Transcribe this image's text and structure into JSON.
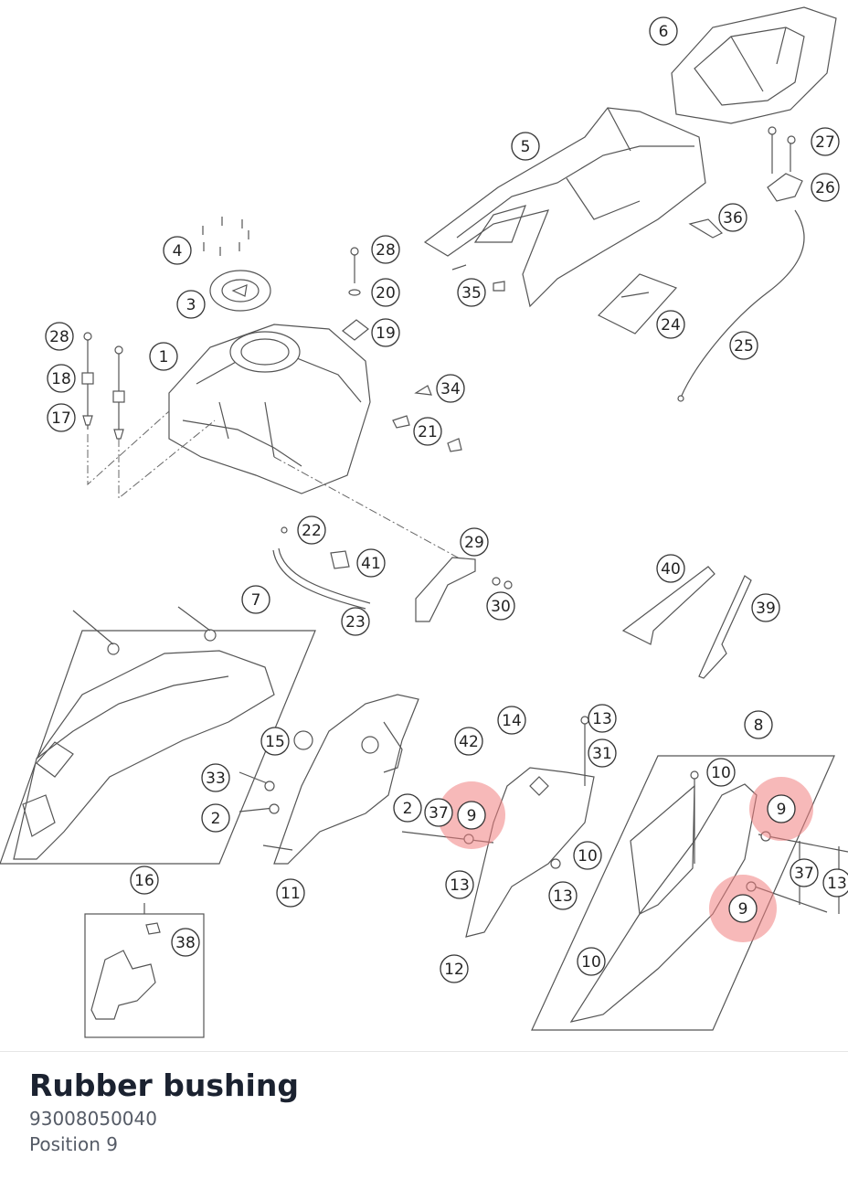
{
  "diagram": {
    "callouts": [
      "1",
      "2",
      "3",
      "4",
      "5",
      "6",
      "7",
      "8",
      "9",
      "10",
      "11",
      "12",
      "13",
      "14",
      "15",
      "16",
      "17",
      "18",
      "19",
      "20",
      "21",
      "22",
      "23",
      "24",
      "25",
      "26",
      "27",
      "28",
      "29",
      "30",
      "31",
      "33",
      "34",
      "35",
      "36",
      "37",
      "38",
      "39",
      "40",
      "41",
      "42"
    ],
    "highlighted_position": "9",
    "highlight_color": "#f08080"
  },
  "part": {
    "name": "Rubber bushing",
    "number": "93008050040",
    "position": "Position 9"
  }
}
